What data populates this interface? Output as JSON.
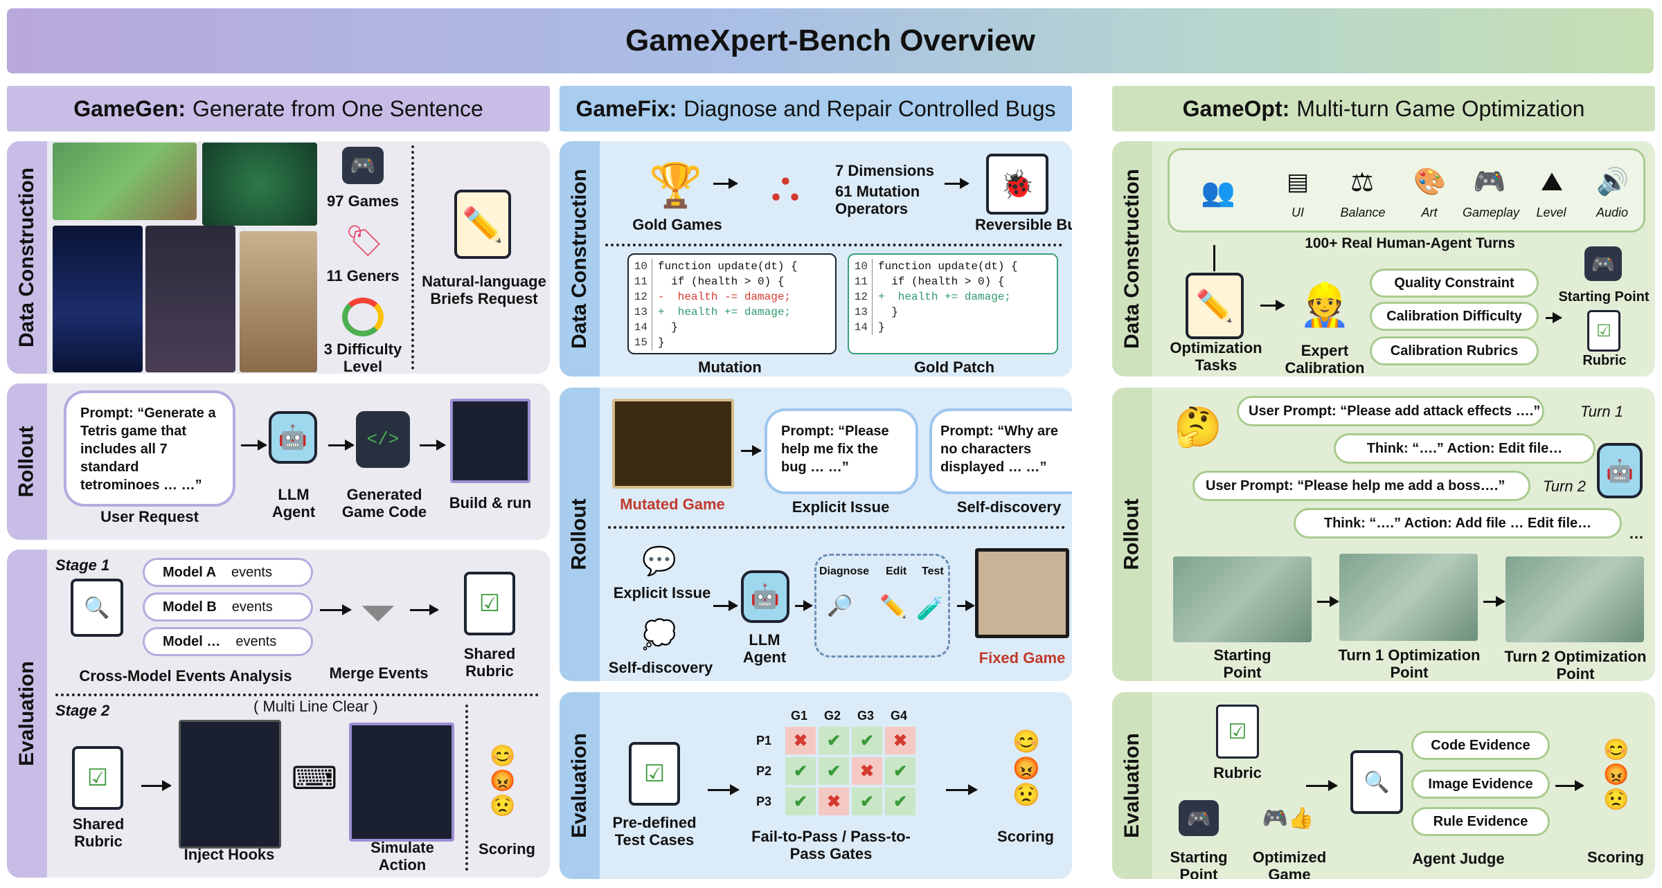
{
  "title": "GameXpert-Bench Overview",
  "columns": {
    "gamegen": {
      "bold": "GameGen:",
      "rest": "Generate from One Sentence"
    },
    "gamefix": {
      "bold": "GameFix:",
      "rest": "Diagnose and Repair Controlled Bugs"
    },
    "gameopt": {
      "bold": "GameOpt:",
      "rest": "Multi-turn Game Optimization"
    }
  },
  "section_labels": {
    "data_construction": "Data Construction",
    "rollout": "Rollout",
    "evaluation": "Evaluation"
  },
  "gamegen": {
    "data": {
      "games": "97 Games",
      "genres": "11 Geners",
      "difficulty": "3 Difficulty Level",
      "briefs": "Natural-language Briefs Request"
    },
    "rollout": {
      "prompt": "Prompt: “Generate a Tetris game that includes all 7 standard tetrominoes … …”",
      "user_request": "User Request",
      "llm_agent": "LLM Agent",
      "generated_code": "Generated Game Code",
      "build_run": "Build & run"
    },
    "eval": {
      "stage1": "Stage 1",
      "models": [
        {
          "name": "Model A",
          "events": "events"
        },
        {
          "name": "Model B",
          "events": "events"
        },
        {
          "name": "Model …",
          "events": "events"
        }
      ],
      "cross_model": "Cross-Model Events Analysis",
      "merge": "Merge Events",
      "shared_rubric": "Shared Rubric",
      "stage2": "Stage 2",
      "multi_line": "( Multi Line Clear )",
      "shared_rubric2": "Shared Rubric",
      "inject": "Inject Hooks",
      "simulate": "Simulate Action",
      "scoring": "Scoring"
    }
  },
  "gamefix": {
    "data": {
      "gold_games": "Gold Games",
      "dimensions": "7 Dimensions",
      "operators": "61 Mutation Operators",
      "reversible": "Reversible Bug",
      "mutation_label": "Mutation",
      "gold_patch_label": "Gold Patch",
      "mutation_code": [
        {
          "n": "10",
          "t": "function update(dt) {",
          "c": "#111"
        },
        {
          "n": "11",
          "t": "  if (health > 0) {",
          "c": "#111"
        },
        {
          "n": "12",
          "t": "-  health -= damage;",
          "c": "#d43b2f"
        },
        {
          "n": "13",
          "t": "+  health += damage;",
          "c": "#2f9a6a"
        },
        {
          "n": "14",
          "t": "  }",
          "c": "#111"
        },
        {
          "n": "15",
          "t": "}",
          "c": "#111"
        }
      ],
      "patch_code": [
        {
          "n": "10",
          "t": "function update(dt) {",
          "c": "#111"
        },
        {
          "n": "11",
          "t": "  if (health > 0) {",
          "c": "#111"
        },
        {
          "n": "12",
          "t": "+  health += damage;",
          "c": "#2f9a6a"
        },
        {
          "n": "13",
          "t": "  }",
          "c": "#111"
        },
        {
          "n": "14",
          "t": "}",
          "c": "#111"
        }
      ]
    },
    "rollout": {
      "mutated_game": "Mutated Game",
      "prompt1": "Prompt: “Please help me fix the bug … …”",
      "explicit_issue": "Explicit Issue",
      "prompt2": "Prompt: “Why are no characters displayed … …”",
      "self_discovery": "Self-discovery",
      "explicit_issue2": "Explicit Issue",
      "self_discovery2": "Self-discovery",
      "llm_agent": "LLM Agent",
      "diagnose": "Diagnose",
      "edit": "Edit",
      "test": "Test",
      "fixed_game": "Fixed Game"
    },
    "eval": {
      "predefined": "Pre-defined Test Cases",
      "gates_label": "Fail-to-Pass / Pass-to-Pass Gates",
      "scoring": "Scoring",
      "cols": [
        "G1",
        "G2",
        "G3",
        "G4"
      ],
      "rows": [
        {
          "name": "P1",
          "cells": [
            "x",
            "v",
            "v",
            "x"
          ]
        },
        {
          "name": "P2",
          "cells": [
            "v",
            "v",
            "x",
            "v"
          ]
        },
        {
          "name": "P3",
          "cells": [
            "v",
            "x",
            "v",
            "v"
          ]
        }
      ]
    }
  },
  "gameopt": {
    "data": {
      "dims": [
        "UI",
        "Balance",
        "Art",
        "Gameplay",
        "Level",
        "Audio"
      ],
      "turns": "100+ Real  Human-Agent Turns",
      "opt_tasks": "Optimization Tasks",
      "expert": "Expert Calibration",
      "pills": [
        "Quality Constraint",
        "Calibration Difficulty",
        "Calibration Rubrics"
      ],
      "starting_point": "Starting Point",
      "rubric": "Rubric"
    },
    "rollout": {
      "user1": "User Prompt: “Please add attack effects ….”",
      "turn1": "Turn 1",
      "think1": "Think: “….”  Action:  Edit file…",
      "user2": "User Prompt: “Please help me add a boss….”",
      "turn2": "Turn 2",
      "think2": "Think: “….”  Action:  Add file … Edit file…",
      "ellipsis": "…",
      "shot1": "Starting Point",
      "shot2": "Turn 1 Optimization Point",
      "shot3": "Turn 2 Optimization Point"
    },
    "eval": {
      "rubric": "Rubric",
      "starting": "Starting Point",
      "optimized": "Optimized Game",
      "evidence": [
        "Code Evidence",
        "Image Evidence",
        "Rule Evidence"
      ],
      "judge": "Agent Judge",
      "scoring": "Scoring"
    }
  }
}
